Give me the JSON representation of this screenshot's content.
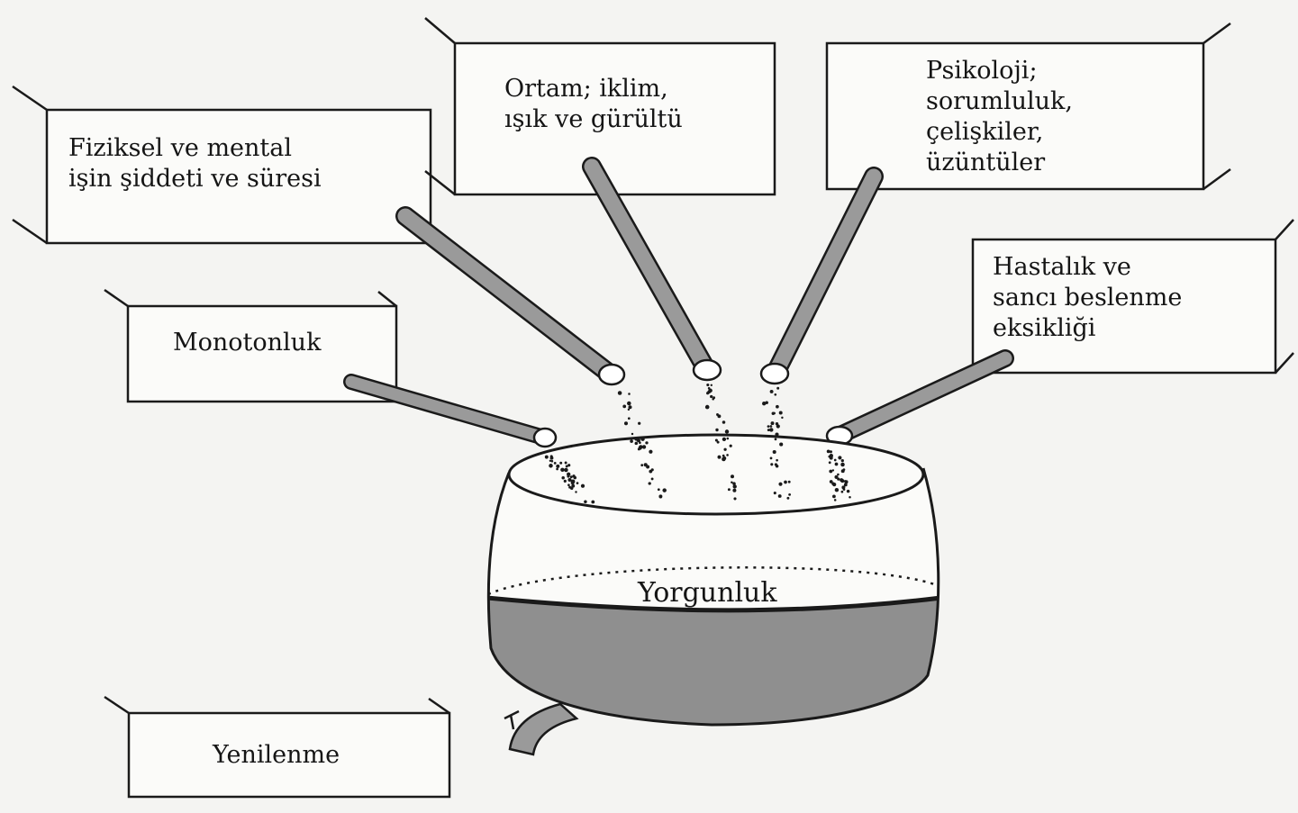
{
  "boxes": {
    "physical_mental": {
      "lines": [
        "Fiziksel ve mental",
        "işin şiddeti ve süresi"
      ]
    },
    "environment": {
      "lines": [
        "Ortam; iklim,",
        "ışık ve gürültü"
      ]
    },
    "psychology": {
      "lines": [
        "Psikoloji;",
        "sorumluluk,",
        "çelişkiler,",
        "üzüntüler"
      ]
    },
    "monotony": {
      "lines": [
        "Monotonluk"
      ]
    },
    "illness_nutrition": {
      "lines": [
        "Hastalık ve",
        "sancı beslenme",
        "eksikliği"
      ]
    },
    "recovery": {
      "lines": [
        "Yenilenme"
      ]
    }
  },
  "pot": {
    "label": "Yorgunluk",
    "fill_color": "#8f8f8f"
  },
  "colors": {
    "pipe": "#9a9a9a",
    "stroke": "#1a1a1a",
    "background": "#f4f4f2"
  }
}
